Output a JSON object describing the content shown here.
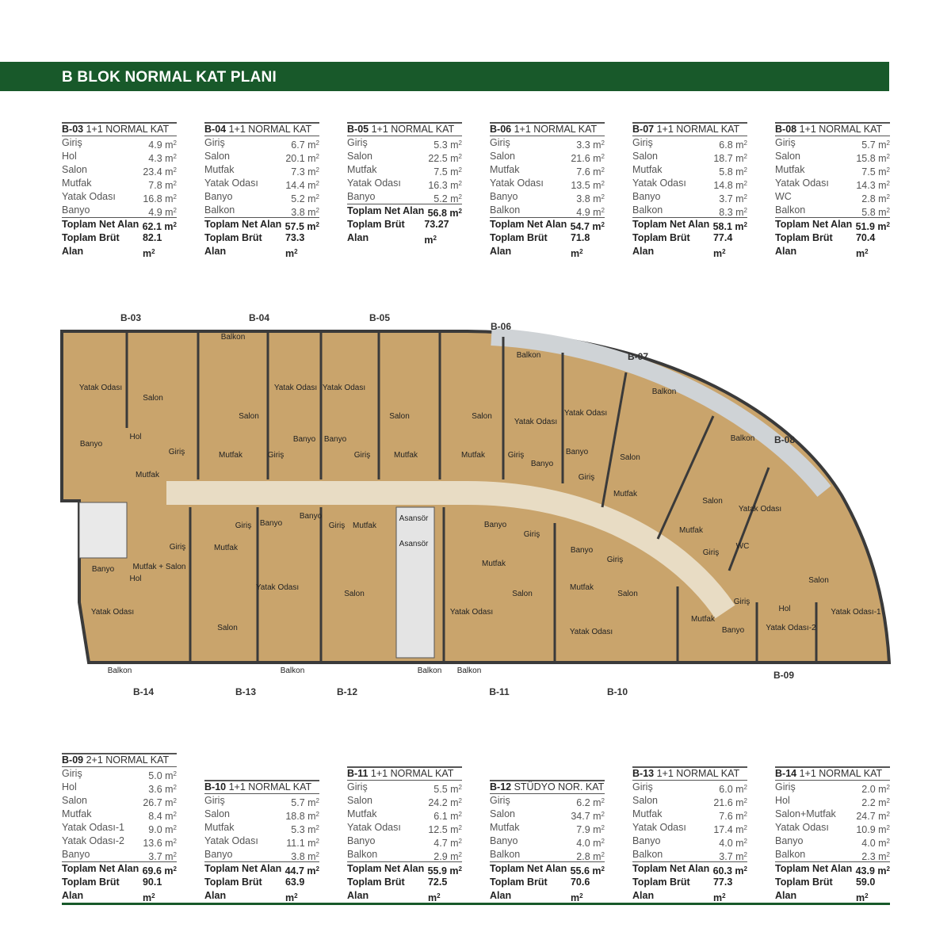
{
  "title": "B BLOK NORMAL KAT PLANI",
  "unit_suffix": "m2",
  "colors": {
    "brand_green": "#18592a",
    "floor_wood": "#c9a46c",
    "corridor": "#e8dcc4"
  },
  "top_units": [
    {
      "code": "B-03",
      "type": "1+1 NORMAL KAT",
      "rooms": [
        [
          "Giriş",
          "4.9"
        ],
        [
          "Hol",
          "4.3"
        ],
        [
          "Salon",
          "23.4"
        ],
        [
          "Mutfak",
          "7.8"
        ],
        [
          "Yatak Odası",
          "16.8"
        ],
        [
          "Banyo",
          "4.9"
        ]
      ],
      "net": "62.1",
      "gross": "82.1"
    },
    {
      "code": "B-04",
      "type": "1+1 NORMAL KAT",
      "rooms": [
        [
          "Giriş",
          "6.7"
        ],
        [
          "Salon",
          "20.1"
        ],
        [
          "Mutfak",
          "7.3"
        ],
        [
          "Yatak Odası",
          "14.4"
        ],
        [
          "Banyo",
          "5.2"
        ],
        [
          "Balkon",
          "3.8"
        ]
      ],
      "net": "57.5",
      "gross": "73.3"
    },
    {
      "code": "B-05",
      "type": "1+1 NORMAL KAT",
      "rooms": [
        [
          "Giriş",
          "5.3"
        ],
        [
          "Salon",
          "22.5"
        ],
        [
          "Mutfak",
          "7.5"
        ],
        [
          "Yatak Odası",
          "16.3"
        ],
        [
          "Banyo",
          "5.2"
        ]
      ],
      "net": "56.8",
      "gross": "73.27"
    },
    {
      "code": "B-06",
      "type": "1+1 NORMAL KAT",
      "rooms": [
        [
          "Giriş",
          "3.3"
        ],
        [
          "Salon",
          "21.6"
        ],
        [
          "Mutfak",
          "7.6"
        ],
        [
          "Yatak Odası",
          "13.5"
        ],
        [
          "Banyo",
          "3.8"
        ],
        [
          "Balkon",
          "4.9"
        ]
      ],
      "net": "54.7",
      "gross": "71.8"
    },
    {
      "code": "B-07",
      "type": "1+1 NORMAL KAT",
      "rooms": [
        [
          "Giriş",
          "6.8"
        ],
        [
          "Salon",
          "18.7"
        ],
        [
          "Mutfak",
          "5.8"
        ],
        [
          "Yatak Odası",
          "14.8"
        ],
        [
          "Banyo",
          "3.7"
        ],
        [
          "Balkon",
          "8.3"
        ]
      ],
      "net": "58.1",
      "gross": "77.4"
    },
    {
      "code": "B-08",
      "type": "1+1 NORMAL KAT",
      "rooms": [
        [
          "Giriş",
          "5.7"
        ],
        [
          "Salon",
          "15.8"
        ],
        [
          "Mutfak",
          "7.5"
        ],
        [
          "Yatak Odası",
          "14.3"
        ],
        [
          "WC",
          "2.8"
        ],
        [
          "Balkon",
          "5.8"
        ]
      ],
      "net": "51.9",
      "gross": "70.4"
    }
  ],
  "bottom_units": [
    {
      "code": "B-09",
      "type": "2+1 NORMAL KAT",
      "rooms": [
        [
          "Giriş",
          "5.0"
        ],
        [
          "Hol",
          "3.6"
        ],
        [
          "Salon",
          "26.7"
        ],
        [
          "Mutfak",
          "8.4"
        ],
        [
          "Yatak Odası-1",
          "9.0"
        ],
        [
          "Yatak Odası-2",
          "13.6"
        ],
        [
          "Banyo",
          "3.7"
        ]
      ],
      "net": "69.6",
      "gross": "90.1"
    },
    {
      "code": "B-10",
      "type": "1+1 NORMAL KAT",
      "rooms": [
        [
          "Giriş",
          "5.7"
        ],
        [
          "Salon",
          "18.8"
        ],
        [
          "Mutfak",
          "5.3"
        ],
        [
          "Yatak Odası",
          "11.1"
        ],
        [
          "Banyo",
          "3.8"
        ]
      ],
      "net": "44.7",
      "gross": "63.9"
    },
    {
      "code": "B-11",
      "type": "1+1 NORMAL KAT",
      "rooms": [
        [
          "Giriş",
          "5.5"
        ],
        [
          "Salon",
          "24.2"
        ],
        [
          "Mutfak",
          "6.1"
        ],
        [
          "Yatak Odası",
          "12.5"
        ],
        [
          "Banyo",
          "4.7"
        ],
        [
          "Balkon",
          "2.9"
        ]
      ],
      "net": "55.9",
      "gross": "72.5"
    },
    {
      "code": "B-12",
      "type": "STÜDYO NOR. KAT",
      "rooms": [
        [
          "Giriş",
          "6.2"
        ],
        [
          "Salon",
          "34.7"
        ],
        [
          "Mutfak",
          "7.9"
        ],
        [
          "Banyo",
          "4.0"
        ],
        [
          "Balkon",
          "2.8"
        ]
      ],
      "net": "55.6",
      "gross": "70.6"
    },
    {
      "code": "B-13",
      "type": "1+1 NORMAL KAT",
      "rooms": [
        [
          "Giriş",
          "6.0"
        ],
        [
          "Salon",
          "21.6"
        ],
        [
          "Mutfak",
          "7.6"
        ],
        [
          "Yatak Odası",
          "17.4"
        ],
        [
          "Banyo",
          "4.0"
        ],
        [
          "Balkon",
          "3.7"
        ]
      ],
      "net": "60.3",
      "gross": "77.3"
    },
    {
      "code": "B-14",
      "type": "1+1 NORMAL KAT",
      "rooms": [
        [
          "Giriş",
          "2.0"
        ],
        [
          "Hol",
          "2.2"
        ],
        [
          "Salon+Mutfak",
          "24.7"
        ],
        [
          "Yatak Odası",
          "10.9"
        ],
        [
          "Banyo",
          "4.0"
        ],
        [
          "Balkon",
          "2.3"
        ]
      ],
      "net": "43.9",
      "gross": "59.0"
    }
  ],
  "labels": {
    "net": "Toplam Net Alan",
    "gross": "Toplam Brüt Alan"
  },
  "plan_unit_labels": [
    "B-03",
    "B-04",
    "B-05",
    "B-06",
    "B-07",
    "B-08",
    "B-09",
    "B-10",
    "B-11",
    "B-12",
    "B-13",
    "B-14"
  ],
  "plan_room_labels": [
    "Yatak Odası",
    "Salon",
    "Hol",
    "Banyo",
    "Giriş",
    "Mutfak",
    "Balkon",
    "Salon",
    "Mutfak",
    "Giriş",
    "Yatak Odası",
    "Yatak Odası",
    "Banyo",
    "Banyo",
    "Giriş",
    "Salon",
    "Mutfak",
    "Salon",
    "Mutfak",
    "Balkon",
    "Yatak Odası",
    "Yatak Odası",
    "Giriş",
    "Banyo",
    "Banyo",
    "Giriş",
    "Balkon",
    "Salon",
    "Mutfak",
    "Balkon",
    "Salon",
    "Mutfak",
    "Yatak Odası",
    "Giriş",
    "WC",
    "Salon",
    "Giriş",
    "Hol",
    "Yatak Odası-1",
    "Yatak Odası-2",
    "Mutfak",
    "Banyo",
    "Banyo",
    "Giriş",
    "Mutfak + Salon",
    "Hol",
    "Yatak Odası",
    "Balkon",
    "Mutfak",
    "Giriş",
    "Banyo",
    "Banyo",
    "Giriş",
    "Mutfak",
    "Asansör",
    "Asansör",
    "Salon",
    "Balkon",
    "Yatak Odası",
    "Salon",
    "Balkon",
    "Balkon",
    "Yatak Odası",
    "Banyo",
    "Giriş",
    "Mutfak",
    "Salon",
    "Banyo",
    "Giriş",
    "Mutfak",
    "Salon",
    "Yatak Odası"
  ]
}
